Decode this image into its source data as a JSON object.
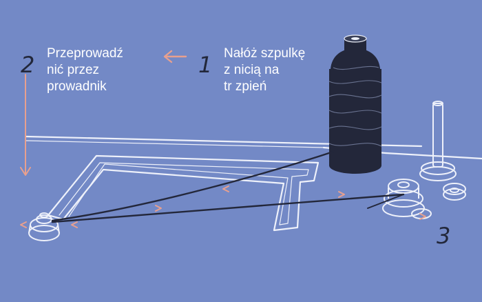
{
  "colors": {
    "background": "#7389c6",
    "text": "#ffffff",
    "number": "#22273a",
    "arrow": "#e8a08e",
    "thread": "#23273a",
    "outline": "#eef1fa"
  },
  "step1": {
    "number": "1",
    "lines": [
      "Nałóż szpulkę",
      "z nicią na",
      "tr zpień"
    ]
  },
  "step2": {
    "number": "2",
    "lines": [
      "Przeprowadź",
      "nić przez",
      "prowadnik"
    ]
  },
  "step3": {
    "number": "3"
  },
  "icons": [
    "left-arrow-icon",
    "down-arrow-icon",
    "thread-spool-icon",
    "bobbin-winder-icon",
    "thread-guide-icon",
    "spool-pin-icon"
  ]
}
